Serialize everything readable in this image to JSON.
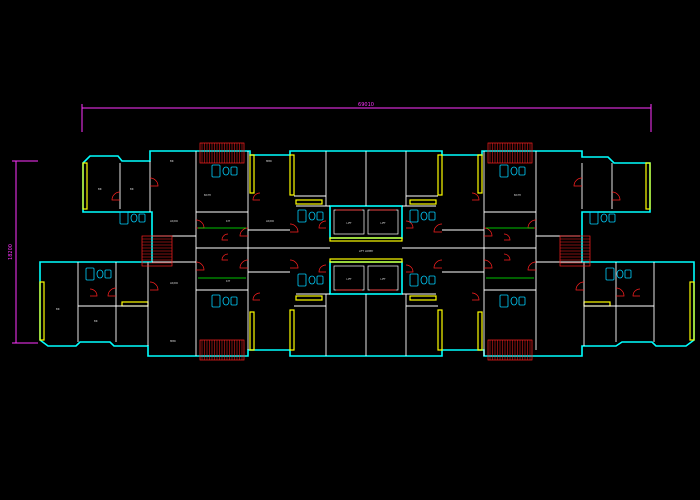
{
  "drawing": {
    "overall_width_label": "69010",
    "overall_height_label": "18200",
    "lobby_label": "LIFT LOBBY",
    "lift_labels": [
      "LIFT",
      "LIFT",
      "LIFT",
      "LIFT"
    ],
    "room_labels": [
      "BR",
      "BR",
      "BR",
      "MBR",
      "LR/DR",
      "LR/DR",
      "KIT",
      "BATH",
      "BATH",
      "BR",
      "BR",
      "MBR",
      "LR/DR",
      "KIT"
    ],
    "colors": {
      "background": "#000000",
      "outer_wall": "#00ffff",
      "inner_wall": "#ffffff",
      "window": "#ffff00",
      "door_swing": "#ff2020",
      "fixture": "#00d0ff",
      "dimension": "#ff33ff",
      "green_line": "#00ff00"
    }
  }
}
